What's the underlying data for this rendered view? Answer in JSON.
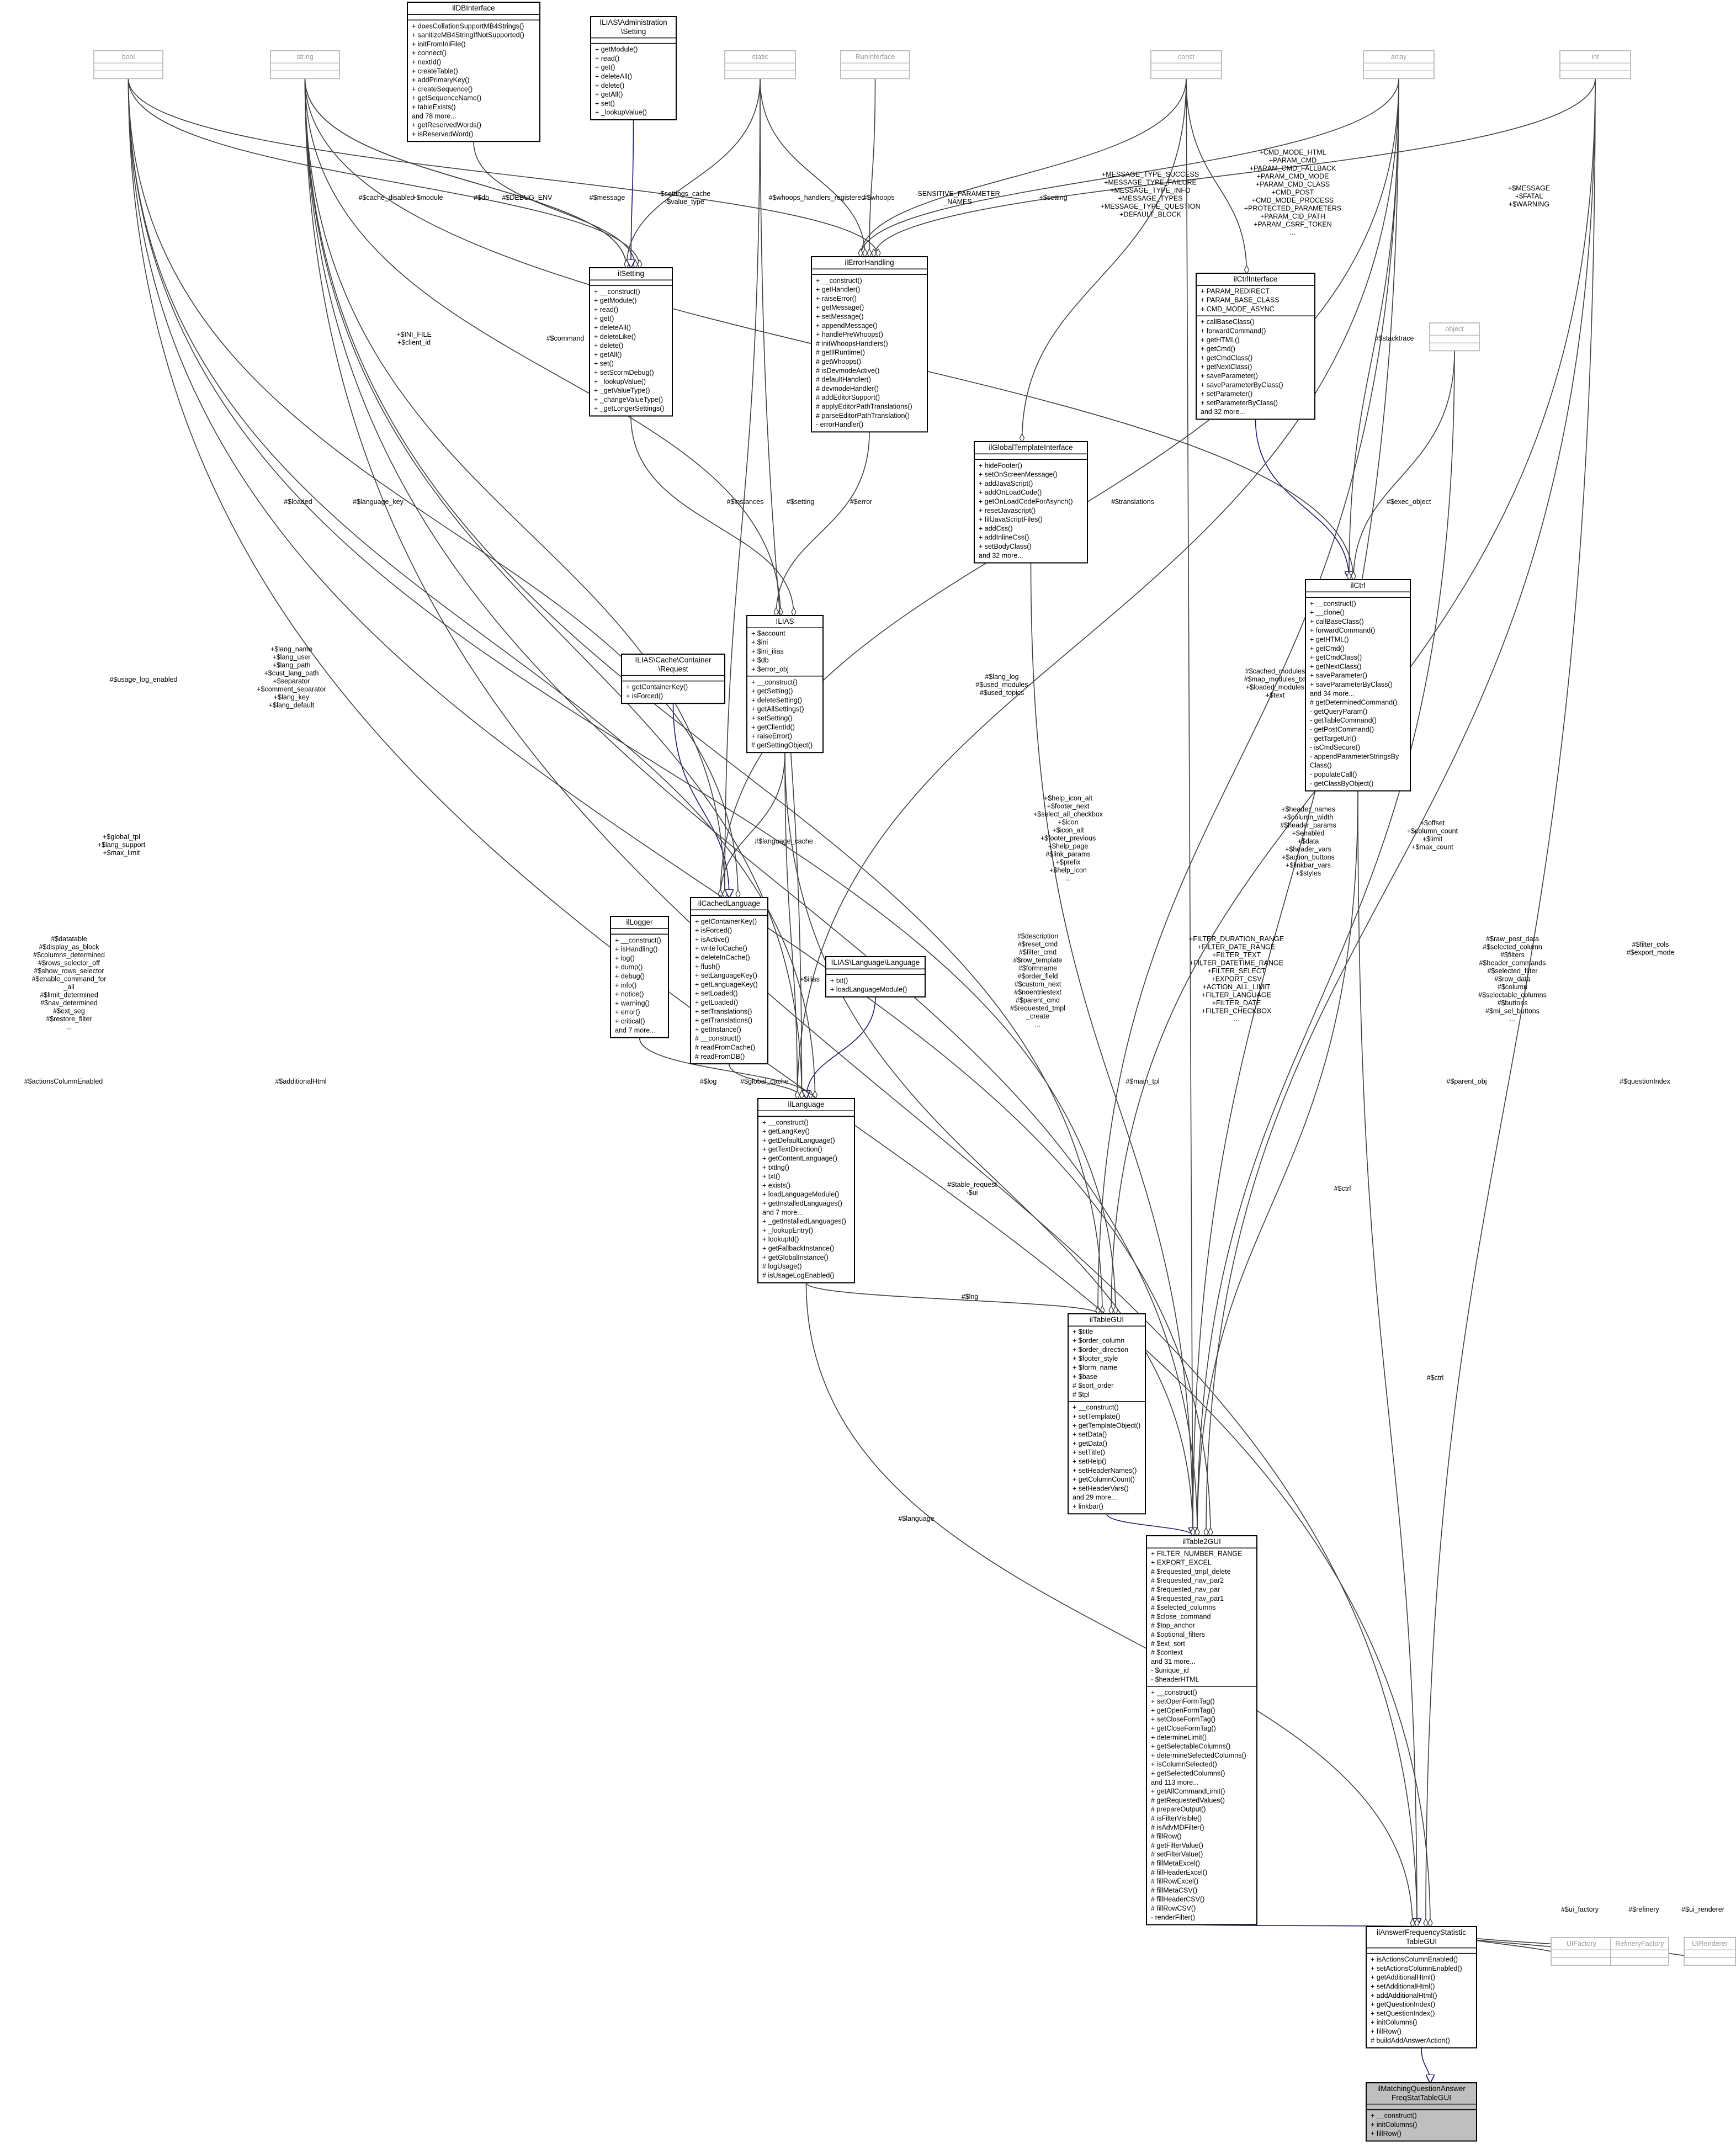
{
  "nodes": [
    {
      "id": "bool",
      "title": [
        "bool"
      ],
      "small": true
    },
    {
      "id": "string",
      "title": [
        "string"
      ],
      "small": true
    },
    {
      "id": "ilDBInterface",
      "title": [
        "ilDBInterface"
      ],
      "members": [
        "+ doesCollationSupportMB4Strings()",
        "+ sanitizeMB4StringIfNotSupported()",
        "+ initFromIniFile()",
        "+ connect()",
        "+ nextId()",
        "+ createTable()",
        "+ addPrimaryKey()",
        "+ createSequence()",
        "+ getSequenceName()",
        "+ tableExists()",
        "and 78 more...",
        "+ getReservedWords()",
        "+ isReservedWord()"
      ]
    },
    {
      "id": "adminSetting",
      "title": [
        "ILIAS\\Administration",
        "\\Setting"
      ],
      "members": [
        "+ getModule()",
        "+ read()",
        "+ get()",
        "+ deleteAll()",
        "+ delete()",
        "+ getAll()",
        "+ set()",
        "+ _lookupValue()"
      ]
    },
    {
      "id": "static",
      "title": [
        "static"
      ],
      "small": true
    },
    {
      "id": "RunInterface",
      "title": [
        "RunInterface"
      ],
      "small": true
    },
    {
      "id": "const",
      "title": [
        "const"
      ],
      "small": true
    },
    {
      "id": "array",
      "title": [
        "array"
      ],
      "small": true
    },
    {
      "id": "int",
      "title": [
        "int"
      ],
      "small": true
    },
    {
      "id": "object",
      "title": [
        "object"
      ],
      "small": true
    },
    {
      "id": "ilSetting",
      "title": [
        "ilSetting"
      ],
      "members": [
        "+ __construct()",
        "+ getModule()",
        "+ read()",
        "+ get()",
        "+ deleteAll()",
        "+ deleteLike()",
        "+ delete()",
        "+ getAll()",
        "+ set()",
        "+ setScormDebug()",
        "+ _lookupValue()",
        "+ _getValueType()",
        "+ _changeValueType()",
        "+ _getLongerSettings()"
      ]
    },
    {
      "id": "ilErrorHandling",
      "title": [
        "ilErrorHandling"
      ],
      "members": [
        "+ __construct()",
        "+ getHandler()",
        "+ raiseError()",
        "+ getMessage()",
        "+ setMessage()",
        "+ appendMessage()",
        "+ handlePreWhoops()",
        "# initWhoopsHandlers()",
        "# getIlRuntime()",
        "# getWhoops()",
        "# isDevmodeActive()",
        "# defaultHandler()",
        "# devmodeHandler()",
        "# addEditorSupport()",
        "# applyEditorPathTranslations()",
        "# parseEditorPathTranslation()",
        "- errorHandler()"
      ]
    },
    {
      "id": "ilCtrlInterface",
      "title": [
        "ilCtrlInterface"
      ],
      "attrs": [
        "+ PARAM_REDIRECT",
        "+ PARAM_BASE_CLASS",
        "+ CMD_MODE_ASYNC"
      ],
      "members": [
        "+ callBaseClass()",
        "+ forwardCommand()",
        "+ getHTML()",
        "+ getCmd()",
        "+ getCmdClass()",
        "+ getNextClass()",
        "+ saveParameter()",
        "+ saveParameterByClass()",
        "+ setParameter()",
        "+ setParameterByClass()",
        "and 32 more..."
      ]
    },
    {
      "id": "ilGlobalTemplateInterface",
      "title": [
        "ilGlobalTemplateInterface"
      ],
      "members": [
        "+ hideFooter()",
        "+ setOnScreenMessage()",
        "+ addJavaScript()",
        "+ addOnLoadCode()",
        "+ getOnLoadCodeForAsynch()",
        "+ resetJavascript()",
        "+ fillJavaScriptFiles()",
        "+ addCss()",
        "+ addInlineCss()",
        "+ setBodyClass()",
        "and 32 more..."
      ]
    },
    {
      "id": "cacheRequest",
      "title": [
        "ILIAS\\Cache\\Container",
        "\\Request"
      ],
      "members": [
        "+ getContainerKey()",
        "+ isForced()"
      ]
    },
    {
      "id": "ILIAS",
      "title": [
        "ILIAS"
      ],
      "attrs": [
        "+ $account",
        "+ $ini",
        "+ $ini_ilias",
        "+ $db",
        "+ $error_obj"
      ],
      "members": [
        "+ __construct()",
        "+ getSetting()",
        "+ deleteSetting()",
        "+ getAllSettings()",
        "+ setSetting()",
        "+ getClientId()",
        "+ raiseError()",
        "# getSettingObject()"
      ]
    },
    {
      "id": "ilCtrl",
      "title": [
        "ilCtrl"
      ],
      "members": [
        "+ __construct()",
        "+ __clone()",
        "+ callBaseClass()",
        "+ forwardCommand()",
        "+ getHTML()",
        "+ getCmd()",
        "+ getCmdClass()",
        "+ getNextClass()",
        "+ saveParameter()",
        "+ saveParameterByClass()",
        "and 34 more...",
        "# getDeterminedCommand()",
        "- getQueryParam()",
        "- getTableCommand()",
        "- getPostCommand()",
        "- getTargetUrl()",
        "- isCmdSecure()",
        "- appendParameterStringsBy",
        "Class()",
        "- populateCall()",
        "- getClassByObject()"
      ]
    },
    {
      "id": "ilCachedLanguage",
      "title": [
        "ilCachedLanguage"
      ],
      "members": [
        "+ getContainerKey()",
        "+ isForced()",
        "+ isActive()",
        "+ writeToCache()",
        "+ deleteInCache()",
        "+ flush()",
        "+ setLanguageKey()",
        "+ getLanguageKey()",
        "+ setLoaded()",
        "+ getLoaded()",
        "+ setTranslations()",
        "+ getTranslations()",
        "+ getInstance()",
        "# __construct()",
        "# readFromCache()",
        "# readFromDB()"
      ]
    },
    {
      "id": "ilLogger",
      "title": [
        "ilLogger"
      ],
      "members": [
        "+ __construct()",
        "+ isHandling()",
        "+ log()",
        "+ dump()",
        "+ debug()",
        "+ info()",
        "+ notice()",
        "+ warning()",
        "+ error()",
        "+ critical()",
        "and 7 more..."
      ]
    },
    {
      "id": "langLanguage",
      "title": [
        "ILIAS\\Language\\Language"
      ],
      "members": [
        "+ txt()",
        "+ loadLanguageModule()"
      ]
    },
    {
      "id": "ilLanguage",
      "title": [
        "ilLanguage"
      ],
      "members": [
        "+ __construct()",
        "+ getLangKey()",
        "+ getDefaultLanguage()",
        "+ getTextDirection()",
        "+ getContentLanguage()",
        "+ txtlng()",
        "+ txt()",
        "+ exists()",
        "+ loadLanguageModule()",
        "+ getInstalledLanguages()",
        "and 7 more...",
        "+ _getInstalledLanguages()",
        "+ _lookupEntry()",
        "+ lookupId()",
        "+ getFallbackInstance()",
        "+ getGlobalInstance()",
        "# logUsage()",
        "# isUsageLogEnabled()"
      ]
    },
    {
      "id": "ilTableGUI",
      "title": [
        "ilTableGUI"
      ],
      "attrs": [
        "+ $title",
        "+ $order_column",
        "+ $order_direction",
        "+ $footer_style",
        "+ $form_name",
        "+ $base",
        "# $sort_order",
        "# $tpl"
      ],
      "members": [
        "+ __construct()",
        "+ setTemplate()",
        "+ getTemplateObject()",
        "+ setData()",
        "+ getData()",
        "+ setTitle()",
        "+ setHelp()",
        "+ setHeaderNames()",
        "+ getColumnCount()",
        "+ setHeaderVars()",
        "and 29 more...",
        "+ linkbar()"
      ]
    },
    {
      "id": "ilTable2GUI",
      "title": [
        "ilTable2GUI"
      ],
      "attrs": [
        "+ FILTER_NUMBER_RANGE",
        "+ EXPORT_EXCEL",
        "# $requested_tmpl_delete",
        "# $requested_nav_par2",
        "# $requested_nav_par",
        "# $requested_nav_par1",
        "# $selected_columns",
        "# $close_command",
        "# $top_anchor",
        "# $optional_filters",
        "# $ext_sort",
        "# $context",
        "and 31 more...",
        "- $unique_id",
        "- $headerHTML"
      ],
      "members": [
        "+ __construct()",
        "+ setOpenFormTag()",
        "+ getOpenFormTag()",
        "+ setCloseFormTag()",
        "+ getCloseFormTag()",
        "+ determineLimit()",
        "+ getSelectableColumns()",
        "+ determineSelectedColumns()",
        "+ isColumnSelected()",
        "+ getSelectedColumns()",
        "and 113 more...",
        "+ getAllCommandLimit()",
        "# getRequestedValues()",
        "# prepareOutput()",
        "# isFilterVisible()",
        "# isAdvMDFilter()",
        "# fillRow()",
        "# getFilterValue()",
        "# setFilterValue()",
        "# fillMetaExcel()",
        "# fillHeaderExcel()",
        "# fillRowExcel()",
        "# fillMetaCSV()",
        "# fillHeaderCSV()",
        "# fillRowCSV()",
        "- renderFilter()"
      ]
    },
    {
      "id": "UIFactory",
      "title": [
        "UIFactory"
      ],
      "small": true
    },
    {
      "id": "RefineryFactory",
      "title": [
        "RefineryFactory"
      ],
      "small": true
    },
    {
      "id": "UIRenderer",
      "title": [
        "UIRenderer"
      ],
      "small": true
    },
    {
      "id": "freqTable",
      "title": [
        "ilAnswerFrequencyStatistic",
        "TableGUI"
      ],
      "members": [
        "+ isActionsColumnEnabled()",
        "+ setActionsColumnEnabled()",
        "+ getAdditionalHtml()",
        "+ setAdditionalHtml()",
        "+ addAdditionalHtml()",
        "+ getQuestionIndex()",
        "+ setQuestionIndex()",
        "+ initColumns()",
        "+ fillRow()",
        "# buildAddAnswerAction()"
      ]
    },
    {
      "id": "matchTable",
      "title": [
        "ilMatchingQuestionAnswer",
        "FreqStatTableGUI"
      ],
      "main": true,
      "members": [
        "+ __construct()",
        "+ initColumns()",
        "+ fillRow()"
      ]
    }
  ],
  "edge_labels": [
    {
      "id": "module",
      "lines": [
        "+$module"
      ]
    },
    {
      "id": "db",
      "lines": [
        "#$db"
      ]
    },
    {
      "id": "debugenv",
      "lines": [
        "#$DEBUG_ENV"
      ]
    },
    {
      "id": "message",
      "lines": [
        "#$message"
      ]
    },
    {
      "id": "cachedisabled",
      "lines": [
        "#$cache_disabled"
      ]
    },
    {
      "id": "settingscache",
      "lines": [
        "-$settings_cache",
        "-$value_type"
      ]
    },
    {
      "id": "whoopsreg",
      "lines": [
        "#$whoops_handlers_registered"
      ]
    },
    {
      "id": "whoops",
      "lines": [
        "#$whoops"
      ]
    },
    {
      "id": "sensitive",
      "lines": [
        "-SENSITIVE_PARAMETER",
        "_NAMES"
      ]
    },
    {
      "id": "setting1",
      "lines": [
        "+$setting"
      ]
    },
    {
      "id": "msgtypes",
      "lines": [
        "+MESSAGE_TYPE_SUCCESS",
        "+MESSAGE_TYPE_FAILURE",
        "+MESSAGE_TYPE_INFO",
        "+MESSAGE_TYPES",
        "+MESSAGE_TYPE_QUESTION",
        "+DEFAULT_BLOCK"
      ]
    },
    {
      "id": "cmdmode",
      "lines": [
        "+CMD_MODE_HTML",
        "+PARAM_CMD",
        "+PARAM_CMD_FALLBACK",
        "+PARAM_CMD_MODE",
        "+PARAM_CMD_CLASS",
        "+CMD_POST",
        "+CMD_MODE_PROCESS",
        "+PROTECTED_PARAMETERS",
        "+PARAM_CID_PATH",
        "+PARAM_CSRF_TOKEN",
        "..."
      ]
    },
    {
      "id": "fatal",
      "lines": [
        "+$MESSAGE",
        "+$FATAL",
        "+$WARNING"
      ]
    },
    {
      "id": "command",
      "lines": [
        "#$command"
      ]
    },
    {
      "id": "inifile",
      "lines": [
        "+$INI_FILE",
        "+$client_id"
      ]
    },
    {
      "id": "stacktrace",
      "lines": [
        "#$stacktrace"
      ]
    },
    {
      "id": "loaded",
      "lines": [
        "#$loaded"
      ]
    },
    {
      "id": "langkey",
      "lines": [
        "#$language_key"
      ]
    },
    {
      "id": "instances",
      "lines": [
        "#$instances"
      ]
    },
    {
      "id": "setting2",
      "lines": [
        "#$setting"
      ]
    },
    {
      "id": "error",
      "lines": [
        "#$error"
      ]
    },
    {
      "id": "translations",
      "lines": [
        "#$translations"
      ]
    },
    {
      "id": "execobject",
      "lines": [
        "#$exec_object"
      ]
    },
    {
      "id": "usagelog",
      "lines": [
        "#$usage_log_enabled"
      ]
    },
    {
      "id": "langname",
      "lines": [
        "+$lang_name",
        "+$lang_user",
        "+$lang_path",
        "+$cust_lang_path",
        "+$separator",
        "+$comment_separator",
        "+$lang_key",
        "+$lang_default"
      ]
    },
    {
      "id": "langlog",
      "lines": [
        "#$lang_log",
        "#$used_modules",
        "#$used_topics"
      ]
    },
    {
      "id": "cachedmodules",
      "lines": [
        "#$cached_modules",
        "#$map_modules_txt",
        "+$loaded_modules",
        "+$text"
      ]
    },
    {
      "id": "langcache",
      "lines": [
        "#$language_cache"
      ]
    },
    {
      "id": "globaltpl",
      "lines": [
        "+$global_tpl",
        "+$lang_support",
        "+$max_limit"
      ]
    },
    {
      "id": "helpicon",
      "lines": [
        "+$help_icon_alt",
        "+$footer_next",
        "+$select_all_checkbox",
        "+$icon",
        "+$icon_alt",
        "+$footer_previous",
        "+$help_page",
        "#$link_params",
        "+$prefix",
        "+$help_icon",
        "..."
      ]
    },
    {
      "id": "headernames",
      "lines": [
        "+$header_names",
        "+$column_width",
        "#$header_params",
        "+$enabled",
        "+$data",
        "+$header_vars",
        "+$action_buttons",
        "+$linkbar_vars",
        "+$styles"
      ]
    },
    {
      "id": "offset",
      "lines": [
        "+$offset",
        "+$column_count",
        "+$limit",
        "+$max_count"
      ]
    },
    {
      "id": "ilias",
      "lines": [
        "+$ilias"
      ]
    },
    {
      "id": "datatable",
      "lines": [
        "#$datatable",
        "#$display_as_block",
        "#$columns_determined",
        "#$rows_selector_off",
        "#$show_rows_selector",
        "#$enable_command_for",
        "_all",
        "#$limit_determined",
        "#$nav_determined",
        "#$ext_seg",
        "#$restore_filter",
        "..."
      ]
    },
    {
      "id": "description",
      "lines": [
        "#$description",
        "#$reset_cmd",
        "#$filter_cmd",
        "#$row_template",
        "#$formname",
        "#$order_field",
        "#$custom_next",
        "#$noentriestext",
        "#$parent_cmd",
        "#$requested_tmpl",
        "_create",
        "..."
      ]
    },
    {
      "id": "filterduration",
      "lines": [
        "+FILTER_DURATION_RANGE",
        "+FILTER_DATE_RANGE",
        "+FILTER_TEXT",
        "+FILTER_DATETIME_RANGE",
        "+FILTER_SELECT",
        "+EXPORT_CSV",
        "+ACTION_ALL_LIMIT",
        "+FILTER_LANGUAGE",
        "+FILTER_DATE",
        "+FILTER_CHECKBOX",
        "..."
      ]
    },
    {
      "id": "rawpost",
      "lines": [
        "#$raw_post_data",
        "#$selected_column",
        "#$filters",
        "#$header_commands",
        "#$selected_filter",
        "#$row_data",
        "#$column",
        "#$selectable_columns",
        "#$buttons",
        "#$mi_sel_buttons",
        "..."
      ]
    },
    {
      "id": "filtercols",
      "lines": [
        "#$filter_cols",
        "#$export_mode"
      ]
    },
    {
      "id": "log",
      "lines": [
        "#$log"
      ]
    },
    {
      "id": "globalcache",
      "lines": [
        "#$global_cache"
      ]
    },
    {
      "id": "lng",
      "lines": [
        "#$lng"
      ]
    },
    {
      "id": "tablerequest",
      "lines": [
        "#$table_request",
        "-$ui"
      ]
    },
    {
      "id": "maintpl",
      "lines": [
        "#$main_tpl"
      ]
    },
    {
      "id": "ctrl1",
      "lines": [
        "#$ctrl"
      ]
    },
    {
      "id": "ctrl2",
      "lines": [
        "#$ctrl"
      ]
    },
    {
      "id": "parentobj",
      "lines": [
        "#$parent_obj"
      ]
    },
    {
      "id": "actionscol",
      "lines": [
        "#$actionsColumnEnabled"
      ]
    },
    {
      "id": "additionalhtml",
      "lines": [
        "#$additionalHtml"
      ]
    },
    {
      "id": "language",
      "lines": [
        "#$language"
      ]
    },
    {
      "id": "questionindex",
      "lines": [
        "#$questionIndex"
      ]
    },
    {
      "id": "uifactory",
      "lines": [
        "#$ui_factory"
      ]
    },
    {
      "id": "refinery",
      "lines": [
        "#$refinery"
      ]
    },
    {
      "id": "uirenderer",
      "lines": [
        "#$ui_renderer"
      ]
    }
  ]
}
